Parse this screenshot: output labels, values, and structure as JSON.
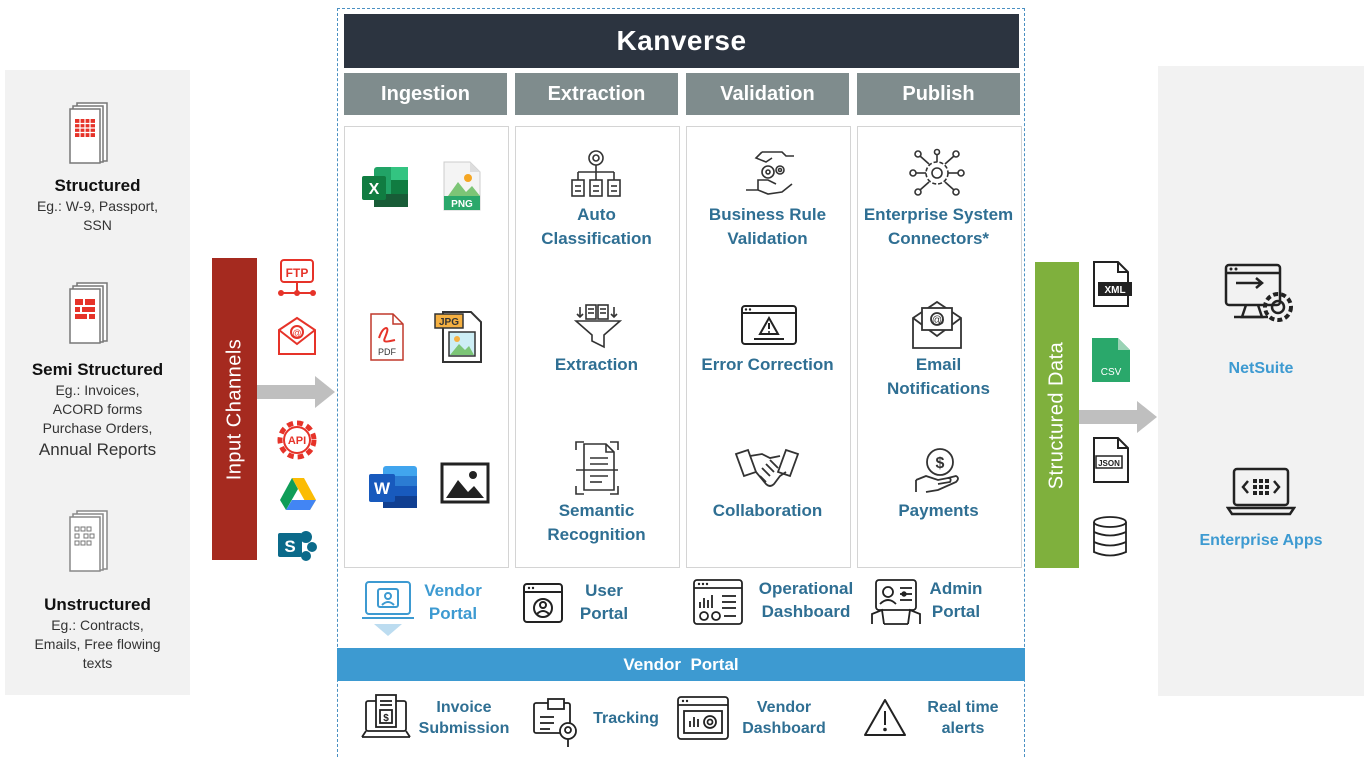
{
  "brand": "Kanverse",
  "stages": [
    "Ingestion",
    "Extraction",
    "Validation",
    "Publish"
  ],
  "left_panel": {
    "items": [
      {
        "title": "Structured",
        "lines": [
          "Eg.: W-9, Passport,",
          "SSN"
        ]
      },
      {
        "title": "Semi Structured",
        "lines": [
          "Eg.: Invoices,",
          "ACORD forms",
          "Purchase Orders,"
        ],
        "extra": "Annual Reports"
      },
      {
        "title": "Unstructured",
        "lines": [
          "Eg.: Contracts,",
          "Emails, Free flowing",
          "texts"
        ]
      }
    ]
  },
  "input_channels": {
    "label": "Input Channels",
    "icons": [
      "ftp-icon",
      "email-icon",
      "api-icon",
      "google-drive-icon",
      "sharepoint-icon"
    ],
    "ftp_text": "FTP",
    "api_text": "API"
  },
  "ingestion_icons": {
    "excel_letter": "X",
    "png_text": "PNG",
    "pdf_text": "PDF",
    "jpg_text": "JPG",
    "word_letter": "W"
  },
  "extraction": [
    "Auto\nClassification",
    "Extraction",
    "Semantic\nRecognition"
  ],
  "validation": [
    "Business Rule\nValidation",
    "Error Correction",
    "Collaboration"
  ],
  "publish": [
    "Enterprise System\nConnectors*",
    "Email\nNotifications",
    "Payments"
  ],
  "portals": [
    {
      "label": "Vendor\nPortal",
      "color": "#3d9ad1"
    },
    {
      "label": "User\nPortal",
      "color": "#2f6f93"
    },
    {
      "label": "Operational\nDashboard",
      "color": "#2f6f93"
    },
    {
      "label": "Admin\nPortal",
      "color": "#2f6f93"
    }
  ],
  "vendor_bar": "Vendor  Portal",
  "vendor_features": [
    "Invoice\nSubmission",
    "Tracking",
    "Vendor\nDashboard",
    "Real time\nalerts"
  ],
  "structured_data": {
    "label": "Structured Data",
    "formats": [
      "XML",
      "CSV",
      "JSON"
    ]
  },
  "right_panel": {
    "items": [
      "NetSuite",
      "Enterprise Apps"
    ]
  },
  "colors": {
    "dark_header": "#2c3440",
    "stage_grey": "#7f8c8d",
    "input_red": "#a52a1f",
    "data_green": "#7fb03d",
    "portal_blue": "#3d9ad1",
    "label_blue": "#2f6f93"
  }
}
